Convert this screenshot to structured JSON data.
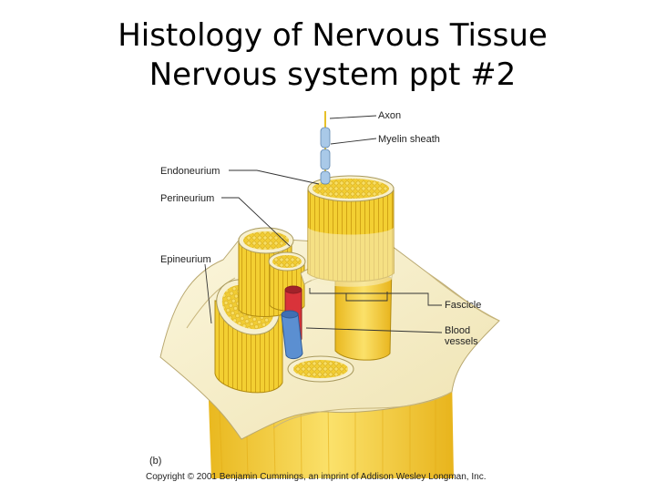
{
  "slide": {
    "title_line1": "Histology of Nervous Tissue",
    "title_line2": "Nervous system ppt #2"
  },
  "diagram": {
    "labels": {
      "axon": "Axon",
      "myelin_sheath": "Myelin sheath",
      "endoneurium": "Endoneurium",
      "perineurium": "Perineurium",
      "epineurium": "Epineurium",
      "fascicle": "Fascicle",
      "blood_vessels_line1": "Blood",
      "blood_vessels_line2": "vessels"
    },
    "panel_letter": "(b)",
    "copyright": "Copyright © 2001 Benjamin Cummings, an imprint of Addison Wesley Longman, Inc."
  },
  "colors": {
    "fascicle_yellow": "#f2d23c",
    "fascicle_light": "#fbe98a",
    "sheath_cream": "#f6efc8",
    "artery_red": "#d9333a",
    "vein_blue": "#5b8fd1",
    "myelin_blue": "#a9c9e8"
  }
}
